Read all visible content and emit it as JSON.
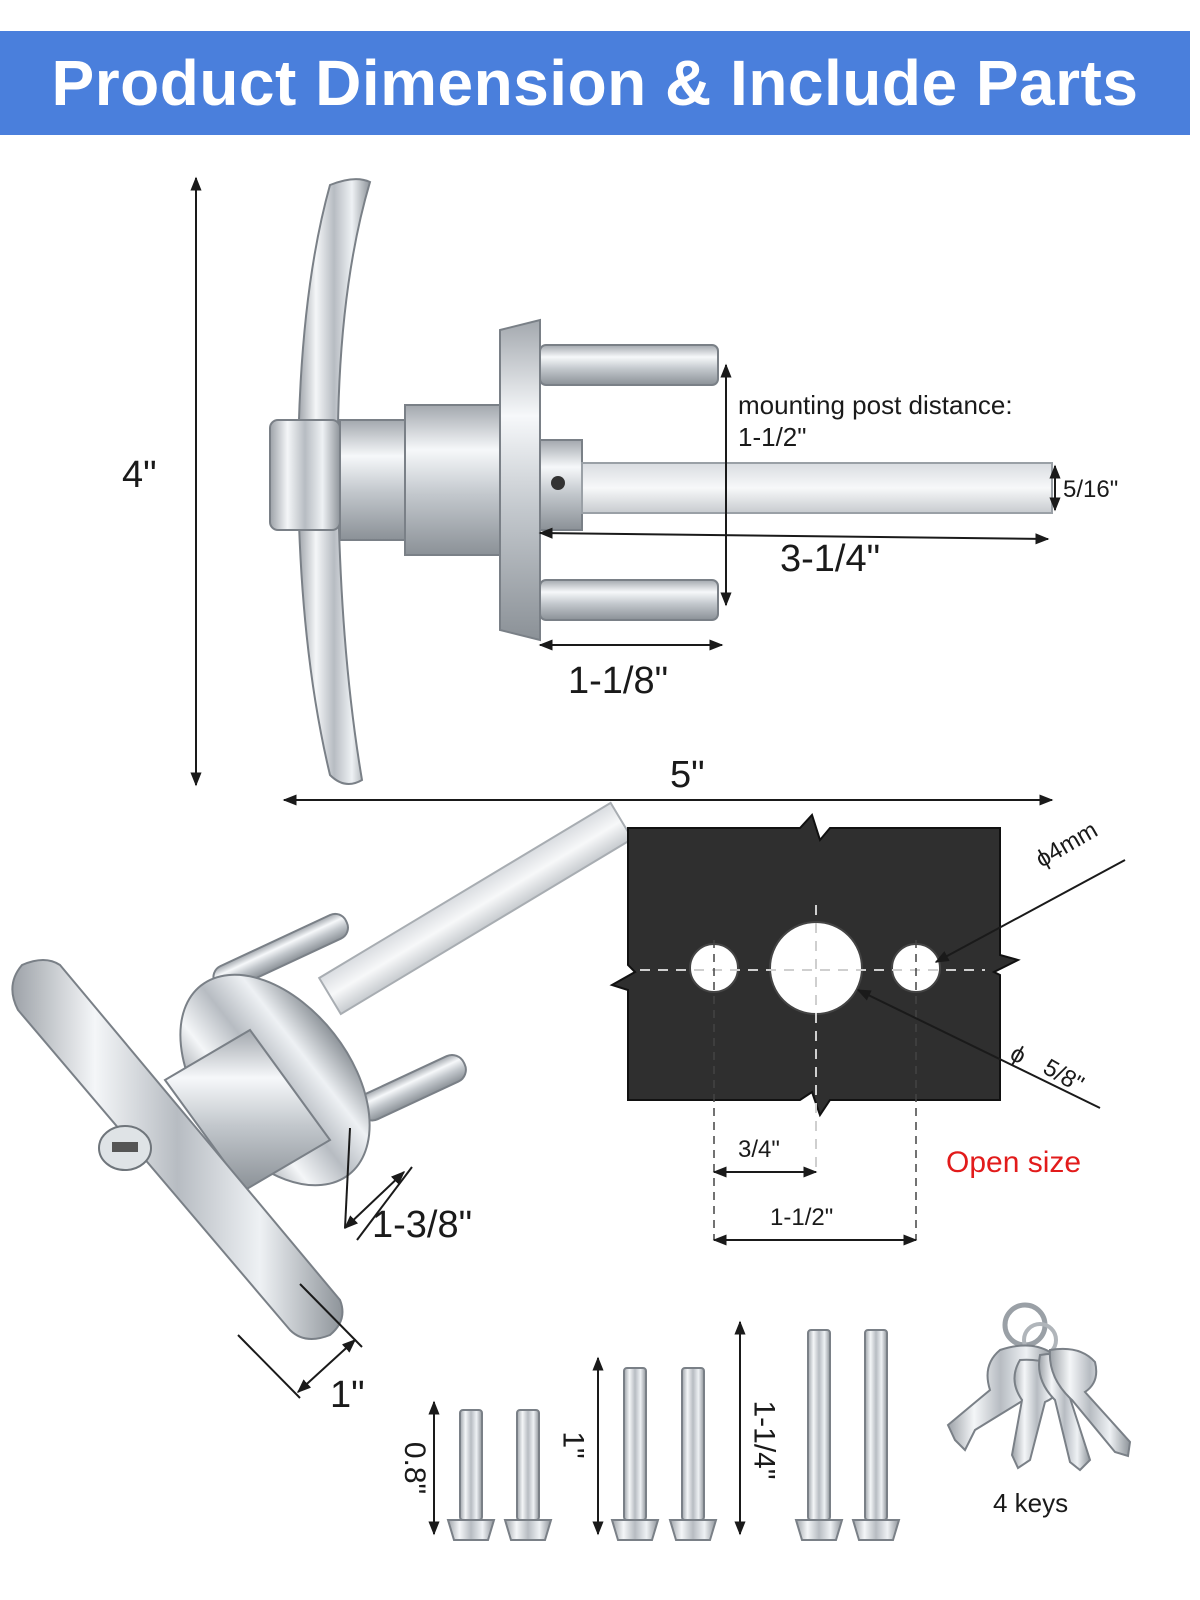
{
  "banner": {
    "title": "Product Dimension & Include Parts",
    "background": "#4a7fdc"
  },
  "side_view": {
    "height_label": "4\"",
    "width_label": "5\"",
    "post_distance_label": "mounting post distance:",
    "post_distance_value": "1-1/2\"",
    "shaft_width_label": "5/16\"",
    "shaft_length_label": "3-1/4\"",
    "post_length_label": "1-1/8\""
  },
  "angled_view": {
    "housing_label": "1-3/8\"",
    "handle_width_label": "1\""
  },
  "plate": {
    "small_hole_label": "ϕ4mm",
    "large_hole_symbol": "ϕ",
    "large_hole_label": "5/8\"",
    "offset_label": "3/4\"",
    "spacing_label": "1-1/2\"",
    "caption": "Open size",
    "caption_color": "#e21b1b"
  },
  "screws": [
    {
      "length_label": "0.8\""
    },
    {
      "length_label": "1\""
    },
    {
      "length_label": "1-1/4\""
    }
  ],
  "keys": {
    "caption": "4 keys"
  }
}
